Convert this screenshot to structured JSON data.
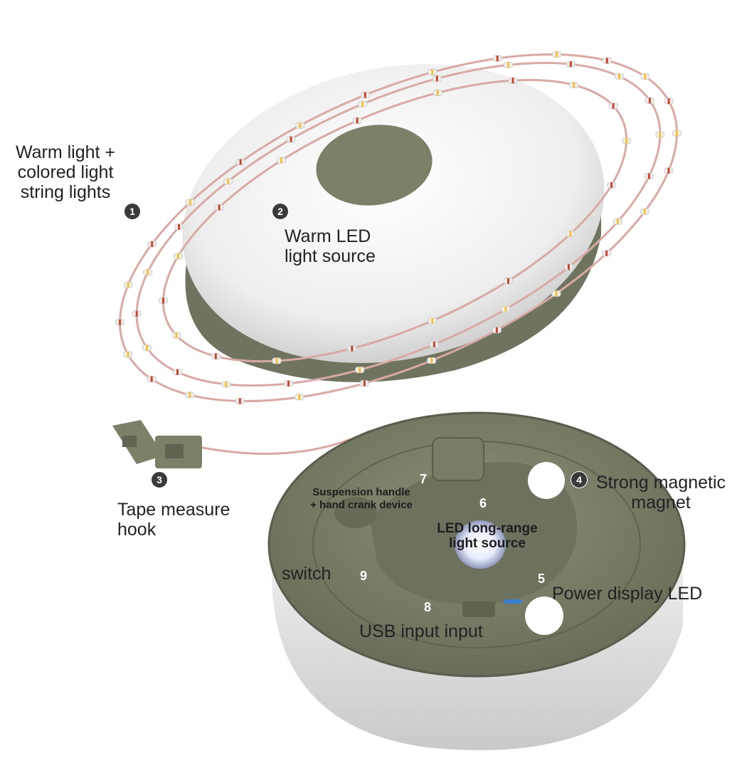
{
  "callouts": [
    {
      "id": "string-lights",
      "number": "1",
      "lines": [
        "Warm light +",
        "colored light",
        "string lights"
      ]
    },
    {
      "id": "warm-led",
      "number": "2",
      "lines": [
        "Warm LED",
        "light source"
      ]
    },
    {
      "id": "hook",
      "number": "3",
      "lines": [
        "Tape measure",
        "hook"
      ]
    },
    {
      "id": "magnet",
      "number": "4",
      "lines": [
        "Strong magnetic",
        "magnet"
      ]
    },
    {
      "id": "power-led",
      "number": "5",
      "lines": [
        "Power display LED"
      ]
    },
    {
      "id": "led-long-range",
      "number": "6",
      "lines": [
        "LED long-range",
        "light source"
      ]
    },
    {
      "id": "suspension",
      "number": "7",
      "lines": [
        "Suspension handle",
        "+ hand crank device"
      ]
    },
    {
      "id": "usb",
      "number": "8",
      "lines": [
        "USB input input"
      ]
    },
    {
      "id": "switch",
      "number": "9",
      "lines": [
        "switch"
      ]
    }
  ],
  "colors": {
    "olive_body": "#7b8069",
    "olive_dark": "#5f6452",
    "diffuser_white": "#f3f3f3",
    "wire": "#d9a9a6",
    "bulb_warm": "#f2c237",
    "bulb_red": "#c8442e"
  }
}
